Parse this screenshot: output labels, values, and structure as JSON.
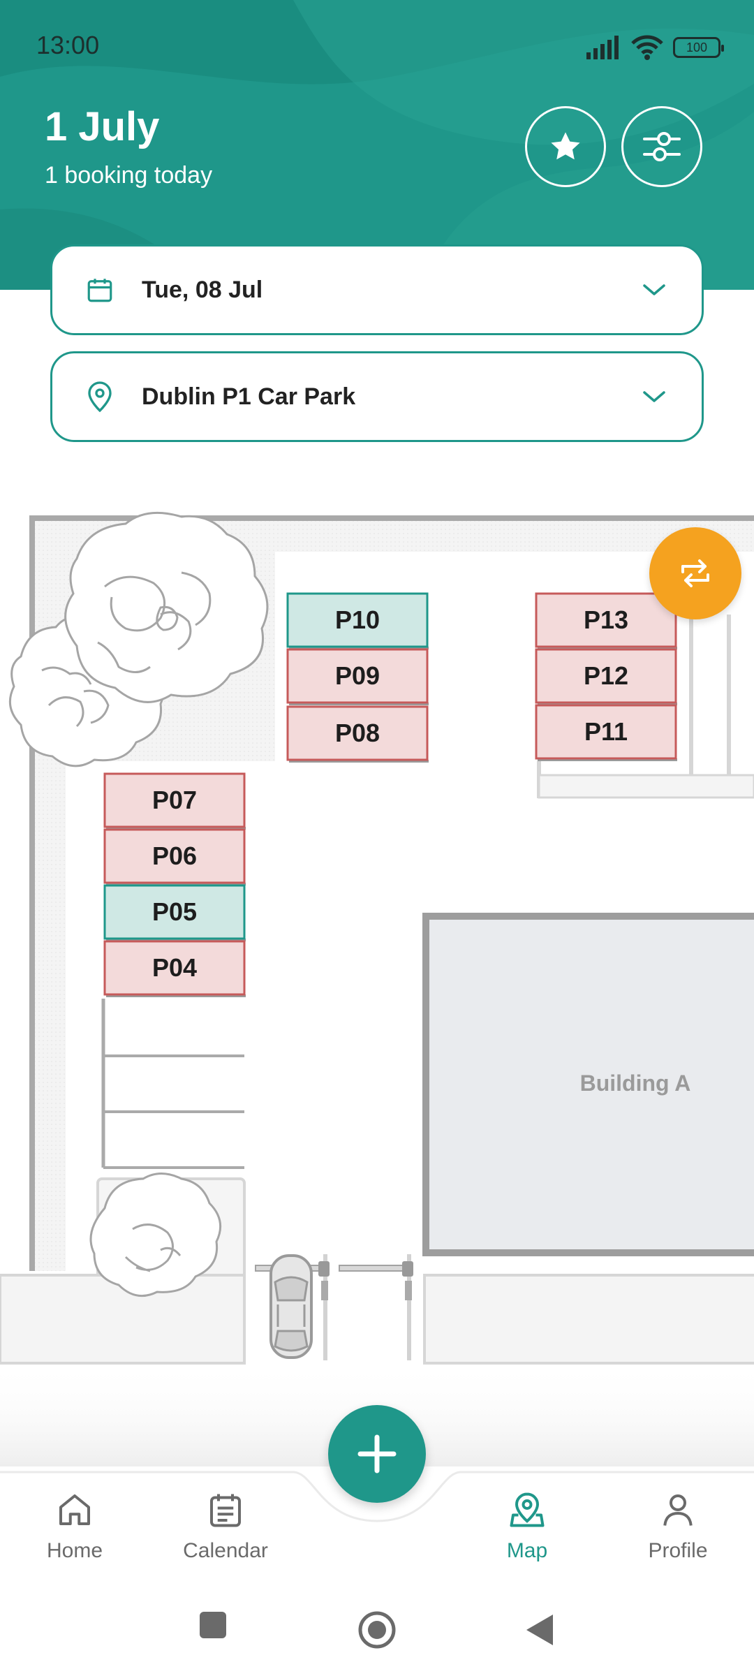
{
  "status_bar": {
    "time": "13:00",
    "battery": "100"
  },
  "header": {
    "date": "1 July",
    "subtitle": "1 booking today",
    "favorites_icon": "star-icon",
    "filter_icon": "sliders-icon"
  },
  "date_selector": {
    "value": "Tue, 08 Jul",
    "icon": "calendar-icon"
  },
  "location_selector": {
    "value": "Dublin P1 Car Park",
    "icon": "location-pin-icon"
  },
  "map": {
    "building": "Building A",
    "spots": [
      {
        "id": "P10",
        "status": "available"
      },
      {
        "id": "P09",
        "status": "occupied"
      },
      {
        "id": "P08",
        "status": "occupied"
      },
      {
        "id": "P13",
        "status": "occupied"
      },
      {
        "id": "P12",
        "status": "occupied"
      },
      {
        "id": "P11",
        "status": "occupied"
      },
      {
        "id": "P07",
        "status": "occupied"
      },
      {
        "id": "P06",
        "status": "occupied"
      },
      {
        "id": "P05",
        "status": "available"
      },
      {
        "id": "P04",
        "status": "occupied"
      }
    ],
    "colors": {
      "available": "#cfe8e4",
      "occupied": "#f3dada",
      "available_border": "#1f978a",
      "occupied_border": "#c65a5a"
    }
  },
  "nav": {
    "items": [
      {
        "label": "Home",
        "icon": "home-icon"
      },
      {
        "label": "Calendar",
        "icon": "calendar-icon"
      },
      {
        "label": "Map",
        "icon": "map-pin-icon",
        "active": true
      },
      {
        "label": "Profile",
        "icon": "user-icon"
      }
    ]
  },
  "colors": {
    "brand": "#1f978a",
    "accent": "#f5a21f"
  }
}
